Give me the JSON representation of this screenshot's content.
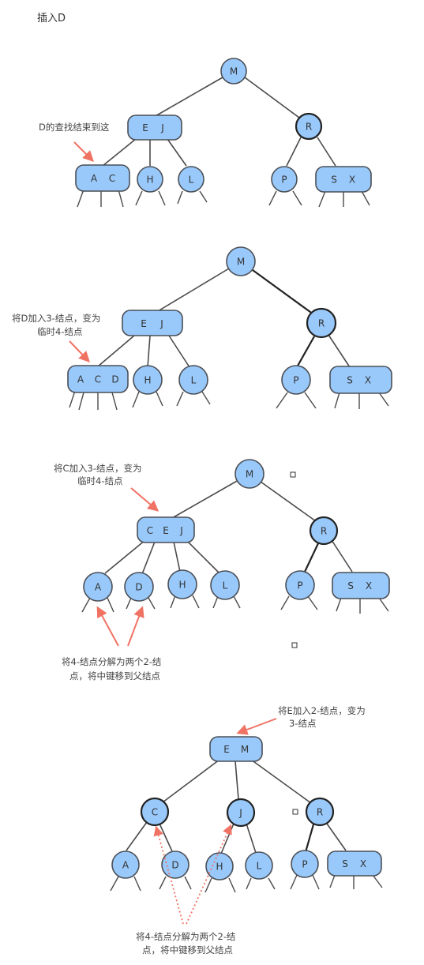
{
  "title": "插入D",
  "notes": {
    "d_search_end": "D的查找结束到这",
    "d_join_1": "将D加入3-结点，变为",
    "d_join_2": "临时4-结点",
    "c_join_1": "将C加入3-结点，变为",
    "c_join_2": "临时4-结点",
    "split_a_1": "将4-结点分解为两个2-结",
    "split_a_2": "点，将中键移到父结点",
    "e_join_1": "将E加入2-结点，变为",
    "e_join_2": "3-结点",
    "split_b_1": "将4-结点分解为两个2-结",
    "split_b_2": "点，将中键移到父结点"
  },
  "keys": {
    "A": "A",
    "C": "C",
    "D": "D",
    "E": "E",
    "H": "H",
    "J": "J",
    "L": "L",
    "M": "M",
    "P": "P",
    "R": "R",
    "S": "S",
    "X": "X"
  }
}
